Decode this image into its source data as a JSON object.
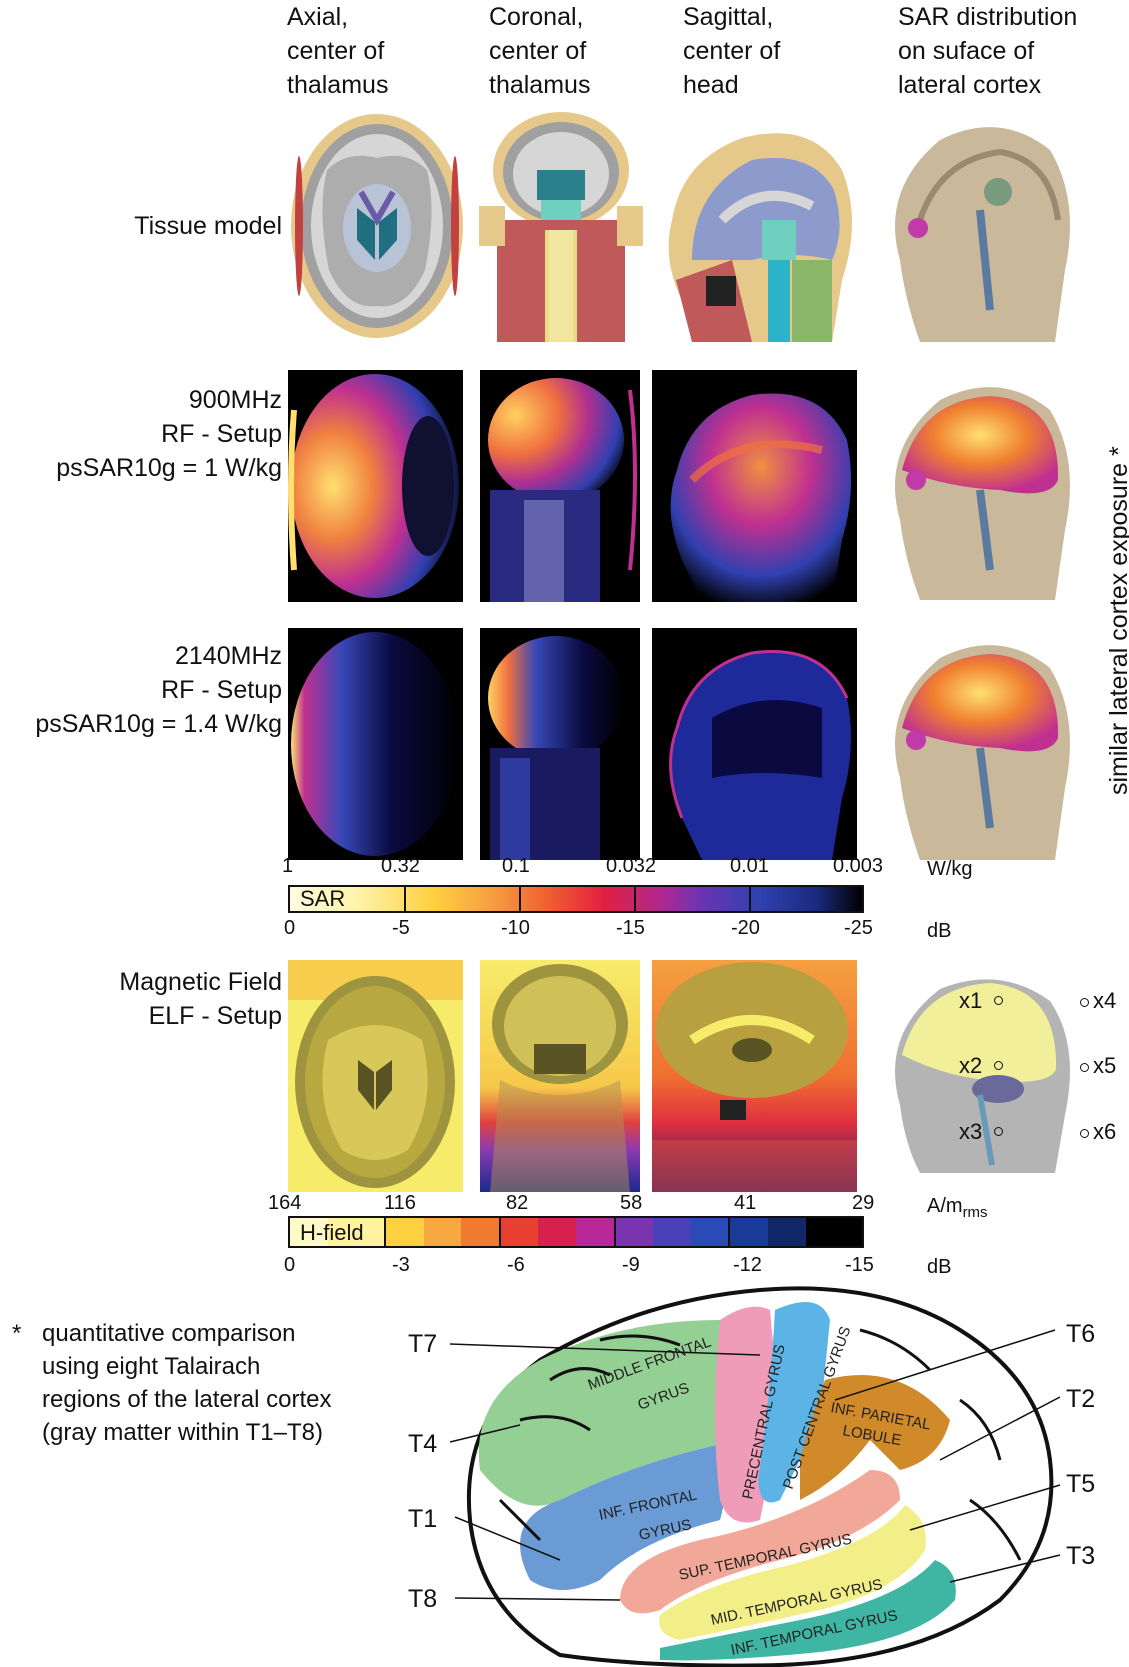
{
  "columns": [
    {
      "line1": "Axial,",
      "line2": "center of",
      "line3": "thalamus"
    },
    {
      "line1": "Coronal,",
      "line2": "center of",
      "line3": "thalamus"
    },
    {
      "line1": "Sagittal,",
      "line2": "center of",
      "line3": "head"
    },
    {
      "line1": "SAR distribution",
      "line2": "on suface of",
      "line3": "lateral cortex"
    }
  ],
  "rows": {
    "tissue": {
      "line1": "Tissue model"
    },
    "rf900": {
      "line1": "900MHz",
      "line2": "RF - Setup",
      "line3": "psSAR10g = 1 W/kg"
    },
    "rf2140": {
      "line1": "2140MHz",
      "line2": "RF - Setup",
      "line3": "psSAR10g = 1.4 W/kg"
    },
    "elf": {
      "line1": "Magnetic Field",
      "line2": "ELF - Setup"
    }
  },
  "side_label": "similar lateral cortex exposure *",
  "sar_bar": {
    "name": "SAR",
    "top_ticks": [
      "1",
      "0.32",
      "0.1",
      "0.032",
      "0.01",
      "0.003"
    ],
    "top_unit": "W/kg",
    "bottom_ticks": [
      "0",
      "-5",
      "-10",
      "-15",
      "-20",
      "-25"
    ],
    "bottom_unit": "dB"
  },
  "h_bar": {
    "name": "H-field",
    "top_ticks": [
      "164",
      "116",
      "82",
      "58",
      "41",
      "29"
    ],
    "top_unit_main": "A/m",
    "top_unit_sub": "rms",
    "bottom_ticks": [
      "0",
      "-3",
      "-6",
      "-9",
      "-12",
      "-15"
    ],
    "bottom_unit": "dB"
  },
  "points": [
    "x1",
    "x2",
    "x3",
    "x4",
    "x5",
    "x6"
  ],
  "footnote": {
    "star": "*",
    "line1": "quantitative comparison",
    "line2": "using eight Talairach",
    "line3": "regions of the lateral cortex",
    "line4": "(gray matter within T1–T8)"
  },
  "regions": {
    "middle_frontal_1": "MIDDLE  FRONTAL",
    "middle_frontal_2": "GYRUS",
    "precentral": "PRECENTRAL GYRUS",
    "postcentral": "POST CENTRAL GYRUS",
    "inf_parietal_1": "INF. PARIETAL",
    "inf_parietal_2": "LOBULE",
    "inf_frontal_1": "INF.  FRONTAL",
    "inf_frontal_2": "GYRUS",
    "sup_temporal": "SUP.  TEMPORAL GYRUS",
    "mid_temporal": "MID.  TEMPORAL GYRUS",
    "inf_temporal": "INF.  TEMPORAL GYRUS"
  },
  "t_labels": [
    "T7",
    "T4",
    "T1",
    "T8",
    "T6",
    "T2",
    "T5",
    "T3"
  ],
  "colors": {
    "t1_inf_frontal": "#6a9bd4",
    "t2_inf_parietal": "#d18a2a",
    "t3_inf_temporal": "#3fb6a4",
    "t4_middle_frontal": "#94cf94",
    "t5_mid_temporal": "#f2ef88",
    "t6_postcentral": "#5cb3e6",
    "t7_precentral": "#ee9cb8",
    "t8_sup_temporal": "#f2a898"
  }
}
